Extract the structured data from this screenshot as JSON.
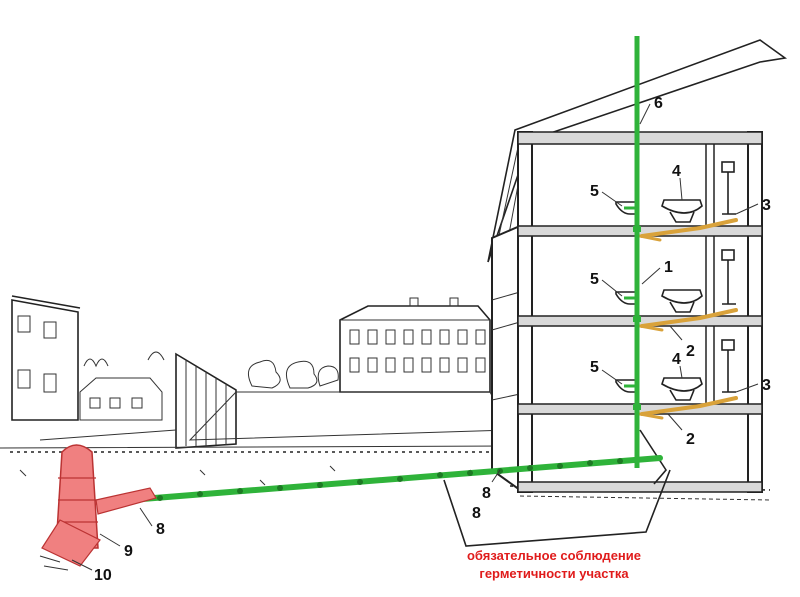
{
  "labels": {
    "n1": "1",
    "n2a": "2",
    "n2b": "2",
    "n3a": "3",
    "n3b": "3",
    "n4a": "4",
    "n4b": "4",
    "n5a": "5",
    "n5b": "5",
    "n5c": "5",
    "n6": "6",
    "n8a": "8",
    "n8b": "8",
    "n9": "9",
    "n10": "10"
  },
  "note": {
    "line1": "обязательное соблюдение",
    "line2": "герметичности участка"
  },
  "colors": {
    "riser": "#2fb33a",
    "branch": "#d9a23a",
    "well": "#f08080",
    "note": "#e01b1b"
  }
}
